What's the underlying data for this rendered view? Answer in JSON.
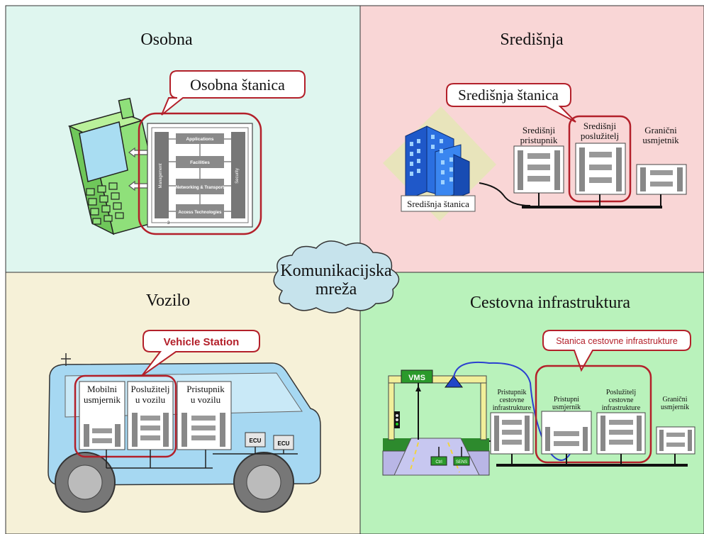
{
  "quadrants": {
    "personal": {
      "title": "Osobna",
      "callout": "Osobna štanica",
      "bg": "#dff6ef"
    },
    "central": {
      "title": "Središnja",
      "callout": "Središnja štanica",
      "building_label": "Središnja štanica",
      "bg": "#f9d6d6"
    },
    "vehicle": {
      "title": "Vozilo",
      "callout": "Vehicle Station",
      "bg": "#f6f1d8"
    },
    "road": {
      "title": "Cestovna infrastruktura",
      "callout": "Stanica cestovne infrastrukture",
      "bg": "#b9f2bb"
    }
  },
  "center_cloud": {
    "line1": "Komunikacijska",
    "line2": "mreža",
    "color": "#c6e3ec"
  },
  "stack": {
    "side_left": "Management",
    "side_right": "Security",
    "layers": [
      "Applications",
      "Facilities",
      "Networking & Transport",
      "Access Technologies"
    ],
    "corner_number": "3"
  },
  "central_units": [
    {
      "line1": "Središnji",
      "line2": "pristupnik"
    },
    {
      "line1": "Središnji",
      "line2": "poslužitelj"
    },
    {
      "line1": "Granični",
      "line2": "usmjetnik"
    }
  ],
  "vehicle_units": [
    {
      "line1": "Mobilni",
      "line2": "usmjernik"
    },
    {
      "line1": "Poslužitelj",
      "line2": "u vozilu"
    },
    {
      "line1": "Pristupnik",
      "line2": "u vozilu"
    }
  ],
  "ecu_label": "ECU",
  "road_units": [
    {
      "lines": [
        "Pristupnik",
        "cestovne",
        "infrastrukture"
      ]
    },
    {
      "lines": [
        "Pristupni",
        "usmjernik"
      ]
    },
    {
      "lines": [
        "Poslužitelj",
        "cestovne",
        "infrastrukture"
      ]
    },
    {
      "lines": [
        "Granični",
        "usmjernik"
      ]
    }
  ],
  "vms_label": "VMS",
  "road_boxes": [
    "Ctrl",
    "SENS"
  ],
  "accent_red": "#b3202a"
}
